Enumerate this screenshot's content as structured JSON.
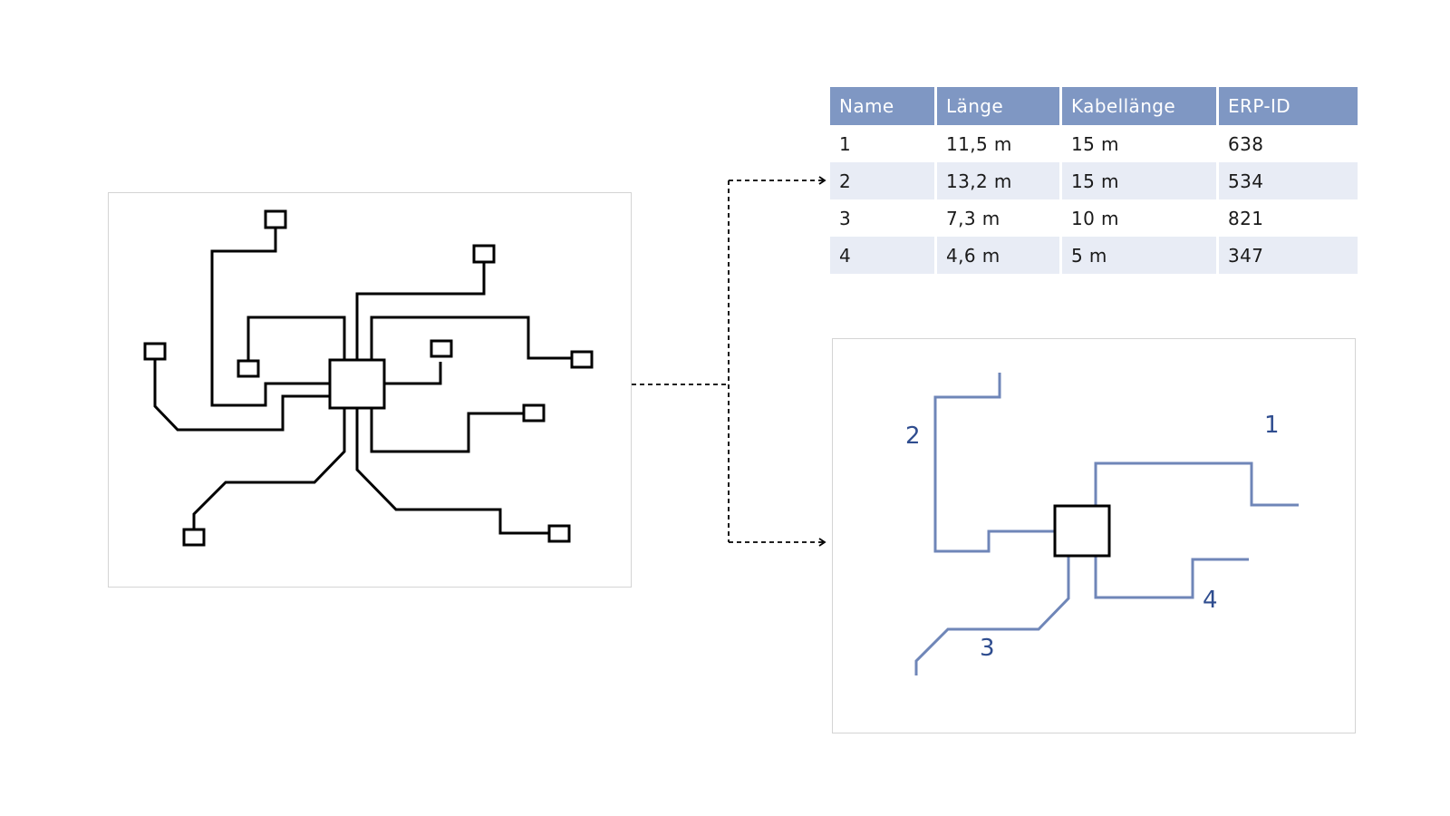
{
  "table": {
    "headers": [
      "Name",
      "Länge",
      "Kabellänge",
      "ERP-ID"
    ],
    "rows": [
      [
        "1",
        "11,5 m",
        "15 m",
        "638"
      ],
      [
        "2",
        "13,2 m",
        "15 m",
        "534"
      ],
      [
        "3",
        "7,3 m",
        "10 m",
        "821"
      ],
      [
        "4",
        "4,6 m",
        "5 m",
        "347"
      ]
    ]
  },
  "segment_labels": {
    "s1": "1",
    "s2": "2",
    "s3": "3",
    "s4": "4"
  },
  "colors": {
    "network_line": "#000000",
    "segment_line": "#6f86b8",
    "segment_label": "#2f4d8f",
    "table_header": "#7f97c3",
    "table_alt_row": "#e8ecf5",
    "panel_border": "#d4d4d4"
  }
}
